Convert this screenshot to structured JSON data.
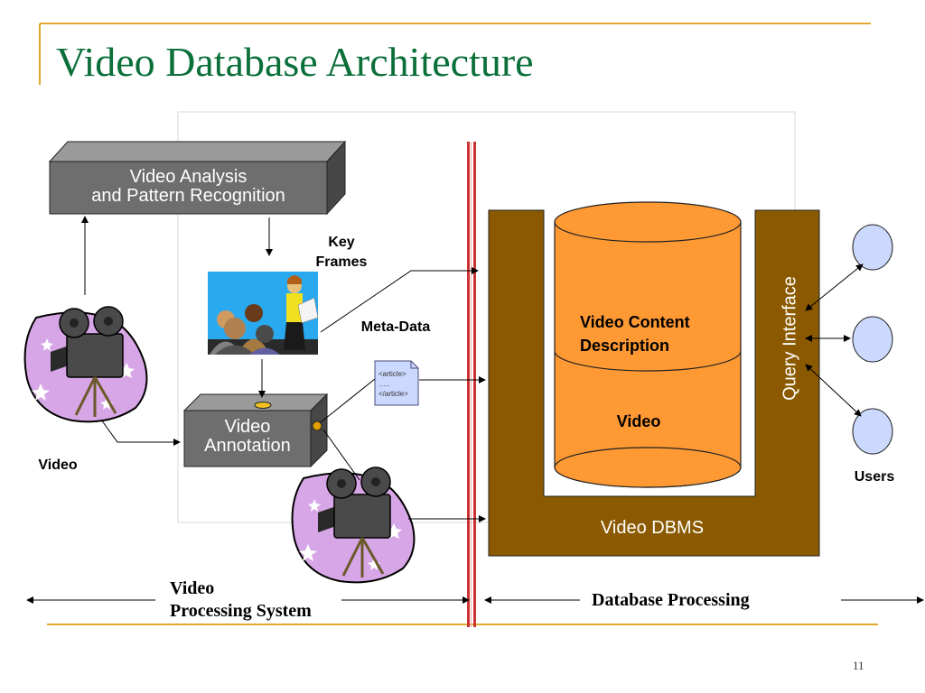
{
  "slide": {
    "title": "Video Database Architecture",
    "page_number": "11"
  },
  "boxes": {
    "analysis_line1": "Video Analysis",
    "analysis_line2": "and Pattern Recognition",
    "annotation_line1": "Video",
    "annotation_line2": "Annotation"
  },
  "labels": {
    "key_frames_line1": "Key",
    "key_frames_line2": "Frames",
    "meta_data": "Meta-Data",
    "video_input": "Video",
    "video_content_line1": "Video Content",
    "video_content_line2": "Description",
    "video_store": "Video",
    "query_interface": "Query Interface",
    "dbms": "Video DBMS",
    "users": "Users"
  },
  "document": {
    "line1": "<article>",
    "line2": "…..",
    "line3": "</article>"
  },
  "footer": {
    "left_line1": "Video",
    "left_line2": "Processing System",
    "right": "Database Processing"
  },
  "colors": {
    "title": "#0b6f3a",
    "accent_line": "#e0a830",
    "dbms_brown": "#8b5a00",
    "cylinder_orange": "#ff9933",
    "user_circle": "#ccd9ff",
    "divider_red": "#cc3333",
    "box_gray": "#6e6e6e"
  }
}
